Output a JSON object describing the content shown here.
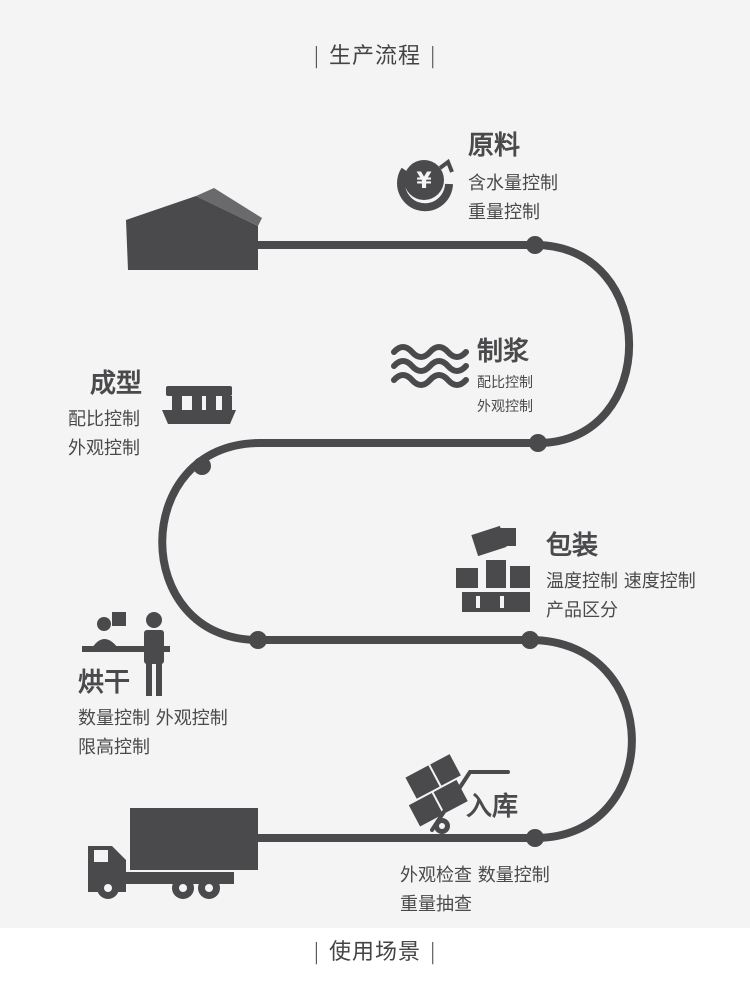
{
  "header": {
    "title": "生产流程"
  },
  "footer": {
    "title": "使用场景"
  },
  "steps": {
    "raw_material": {
      "title": "原料",
      "details": [
        "含水量控制",
        "重量控制"
      ],
      "icon": "yen-scale-icon"
    },
    "pulping": {
      "title": "制浆",
      "details": [
        "配比控制",
        "外观控制"
      ],
      "icon": "waves-icon"
    },
    "forming": {
      "title": "成型",
      "details": [
        "配比控制",
        "外观控制"
      ],
      "icon": "egg-tray-icon"
    },
    "packaging": {
      "title": "包装",
      "details": [
        "温度控制  速度控制",
        "产品区分"
      ],
      "icon": "boxes-icon"
    },
    "drying": {
      "title": "烘干",
      "details": [
        "数量控制  外观控制",
        "限高控制"
      ],
      "icon": "workers-icon"
    },
    "warehousing": {
      "title": "入库",
      "details": [
        "外观检查  数量控制",
        "重量抽查"
      ],
      "icon": "hand-truck-icon"
    }
  },
  "colors": {
    "line": "#4a4a4c",
    "background": "#f4f4f4",
    "text": "#4a4a4c"
  }
}
